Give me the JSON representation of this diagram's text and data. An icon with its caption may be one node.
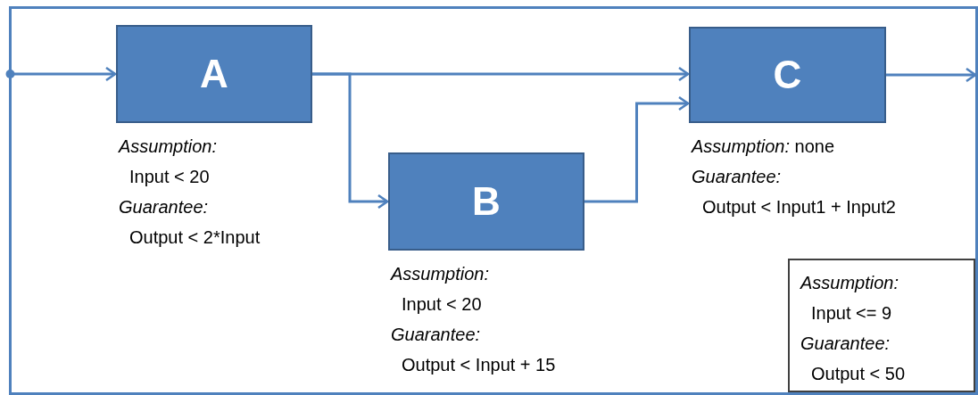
{
  "diagram": {
    "nodes": [
      {
        "text": [],
        "shape": "box"
      },
      {
        "text": [
          "A"
        ],
        "in": 0,
        "beside": [
          "Assumption:",
          "Input < 20",
          "Guarantee:",
          "Output < 2*Input"
        ]
      },
      {
        "text": [
          "B"
        ],
        "in": 0,
        "beside": [
          "Assumption:",
          "Input < 20",
          "Guarantee:",
          "Output < Input + 15"
        ]
      },
      {
        "text": [
          "C"
        ],
        "in": 0,
        "beside": [
          "*Assumption:* none",
          "Guarantee:",
          "Output < Input1 + Input2"
        ]
      },
      {
        "text": [
          "Assumption:",
          "Input <= 9",
          "Guarantee:",
          "Output < 50"
        ],
        "in": 0
      }
    ],
    "edges": [
      {
        "from": 0,
        "to": 1,
        "arrow": "to"
      },
      {
        "from": 1,
        "to": 3,
        "arrow": "to"
      },
      {
        "from": 1,
        "to": 2,
        "arrow": "to"
      },
      {
        "from": 2,
        "to": 3,
        "arrow": "to"
      },
      {
        "from": 3,
        "to": 0,
        "arrow": "to"
      }
    ]
  }
}
